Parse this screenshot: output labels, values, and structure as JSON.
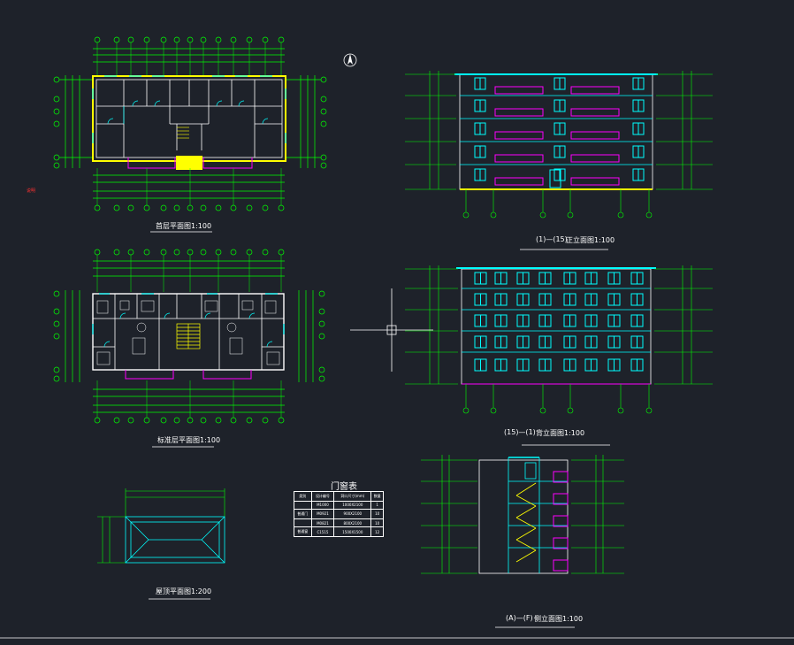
{
  "labels": {
    "north_symbol": "N",
    "red_note": "说明",
    "plan_ground": "首层平面图1:100",
    "plan_standard": "标准层平面图1:100",
    "plan_roof": "屋顶平面图1:200",
    "elev_front_axis_a": "1",
    "elev_front_axis_b": "15",
    "elev_front_title": "正立面图1:100",
    "elev_back_axis_a": "15",
    "elev_back_axis_b": "1",
    "elev_back_title": "背立面图1:100",
    "elev_side_axis_a": "A",
    "elev_side_axis_b": "F",
    "elev_side_title": "侧立面图1:100",
    "door_table_title": "门窗表"
  },
  "door_table": {
    "headers": [
      "类别",
      "设计编号",
      "洞口尺寸(mm)",
      "数量"
    ],
    "rows": [
      [
        "",
        "M1000",
        "1000X2100",
        "1"
      ],
      [
        "普通门",
        "M0921",
        "900X2100",
        "10"
      ],
      [
        "",
        "M0821",
        "800X2100",
        "10"
      ],
      [
        "普通窗",
        "C1515",
        "1500X1500",
        "12"
      ]
    ]
  },
  "colors": {
    "background": "#1e222a",
    "green": "#00ff00",
    "cyan": "#00ffff",
    "magenta": "#ff00ff",
    "yellow": "#ffff00",
    "white": "#ffffff",
    "red": "#ff3030"
  }
}
